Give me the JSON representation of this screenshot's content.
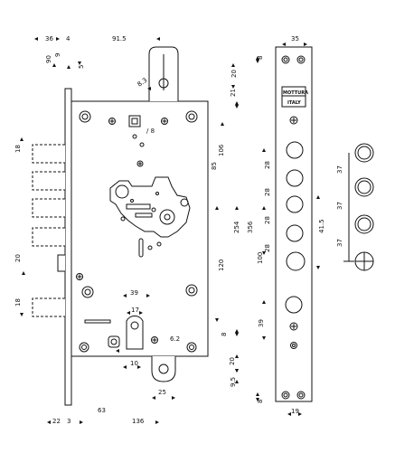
{
  "drawing": {
    "brand_label": "MOTTURA",
    "brand_sublabel": "ITALY"
  },
  "dimensions": {
    "top": [
      "36",
      "4",
      "91.5",
      "90",
      "9",
      "5",
      "8.3",
      "/ 8"
    ],
    "right_side": [
      "20",
      "21",
      "106",
      "85",
      "254",
      "356",
      "120",
      "8",
      "20",
      "9.5",
      "8"
    ],
    "body_lower": [
      "39",
      "17",
      "6.2",
      "10",
      "25"
    ],
    "bottom": [
      "22",
      "3",
      "63",
      "136"
    ],
    "left_bolts": [
      "18",
      "20",
      "18"
    ],
    "faceplate": [
      "35",
      "8",
      "28",
      "28",
      "28",
      "28",
      "100",
      "39",
      "19",
      "8",
      "41.5"
    ],
    "bolt_spacing": [
      "37",
      "37",
      "37"
    ]
  }
}
